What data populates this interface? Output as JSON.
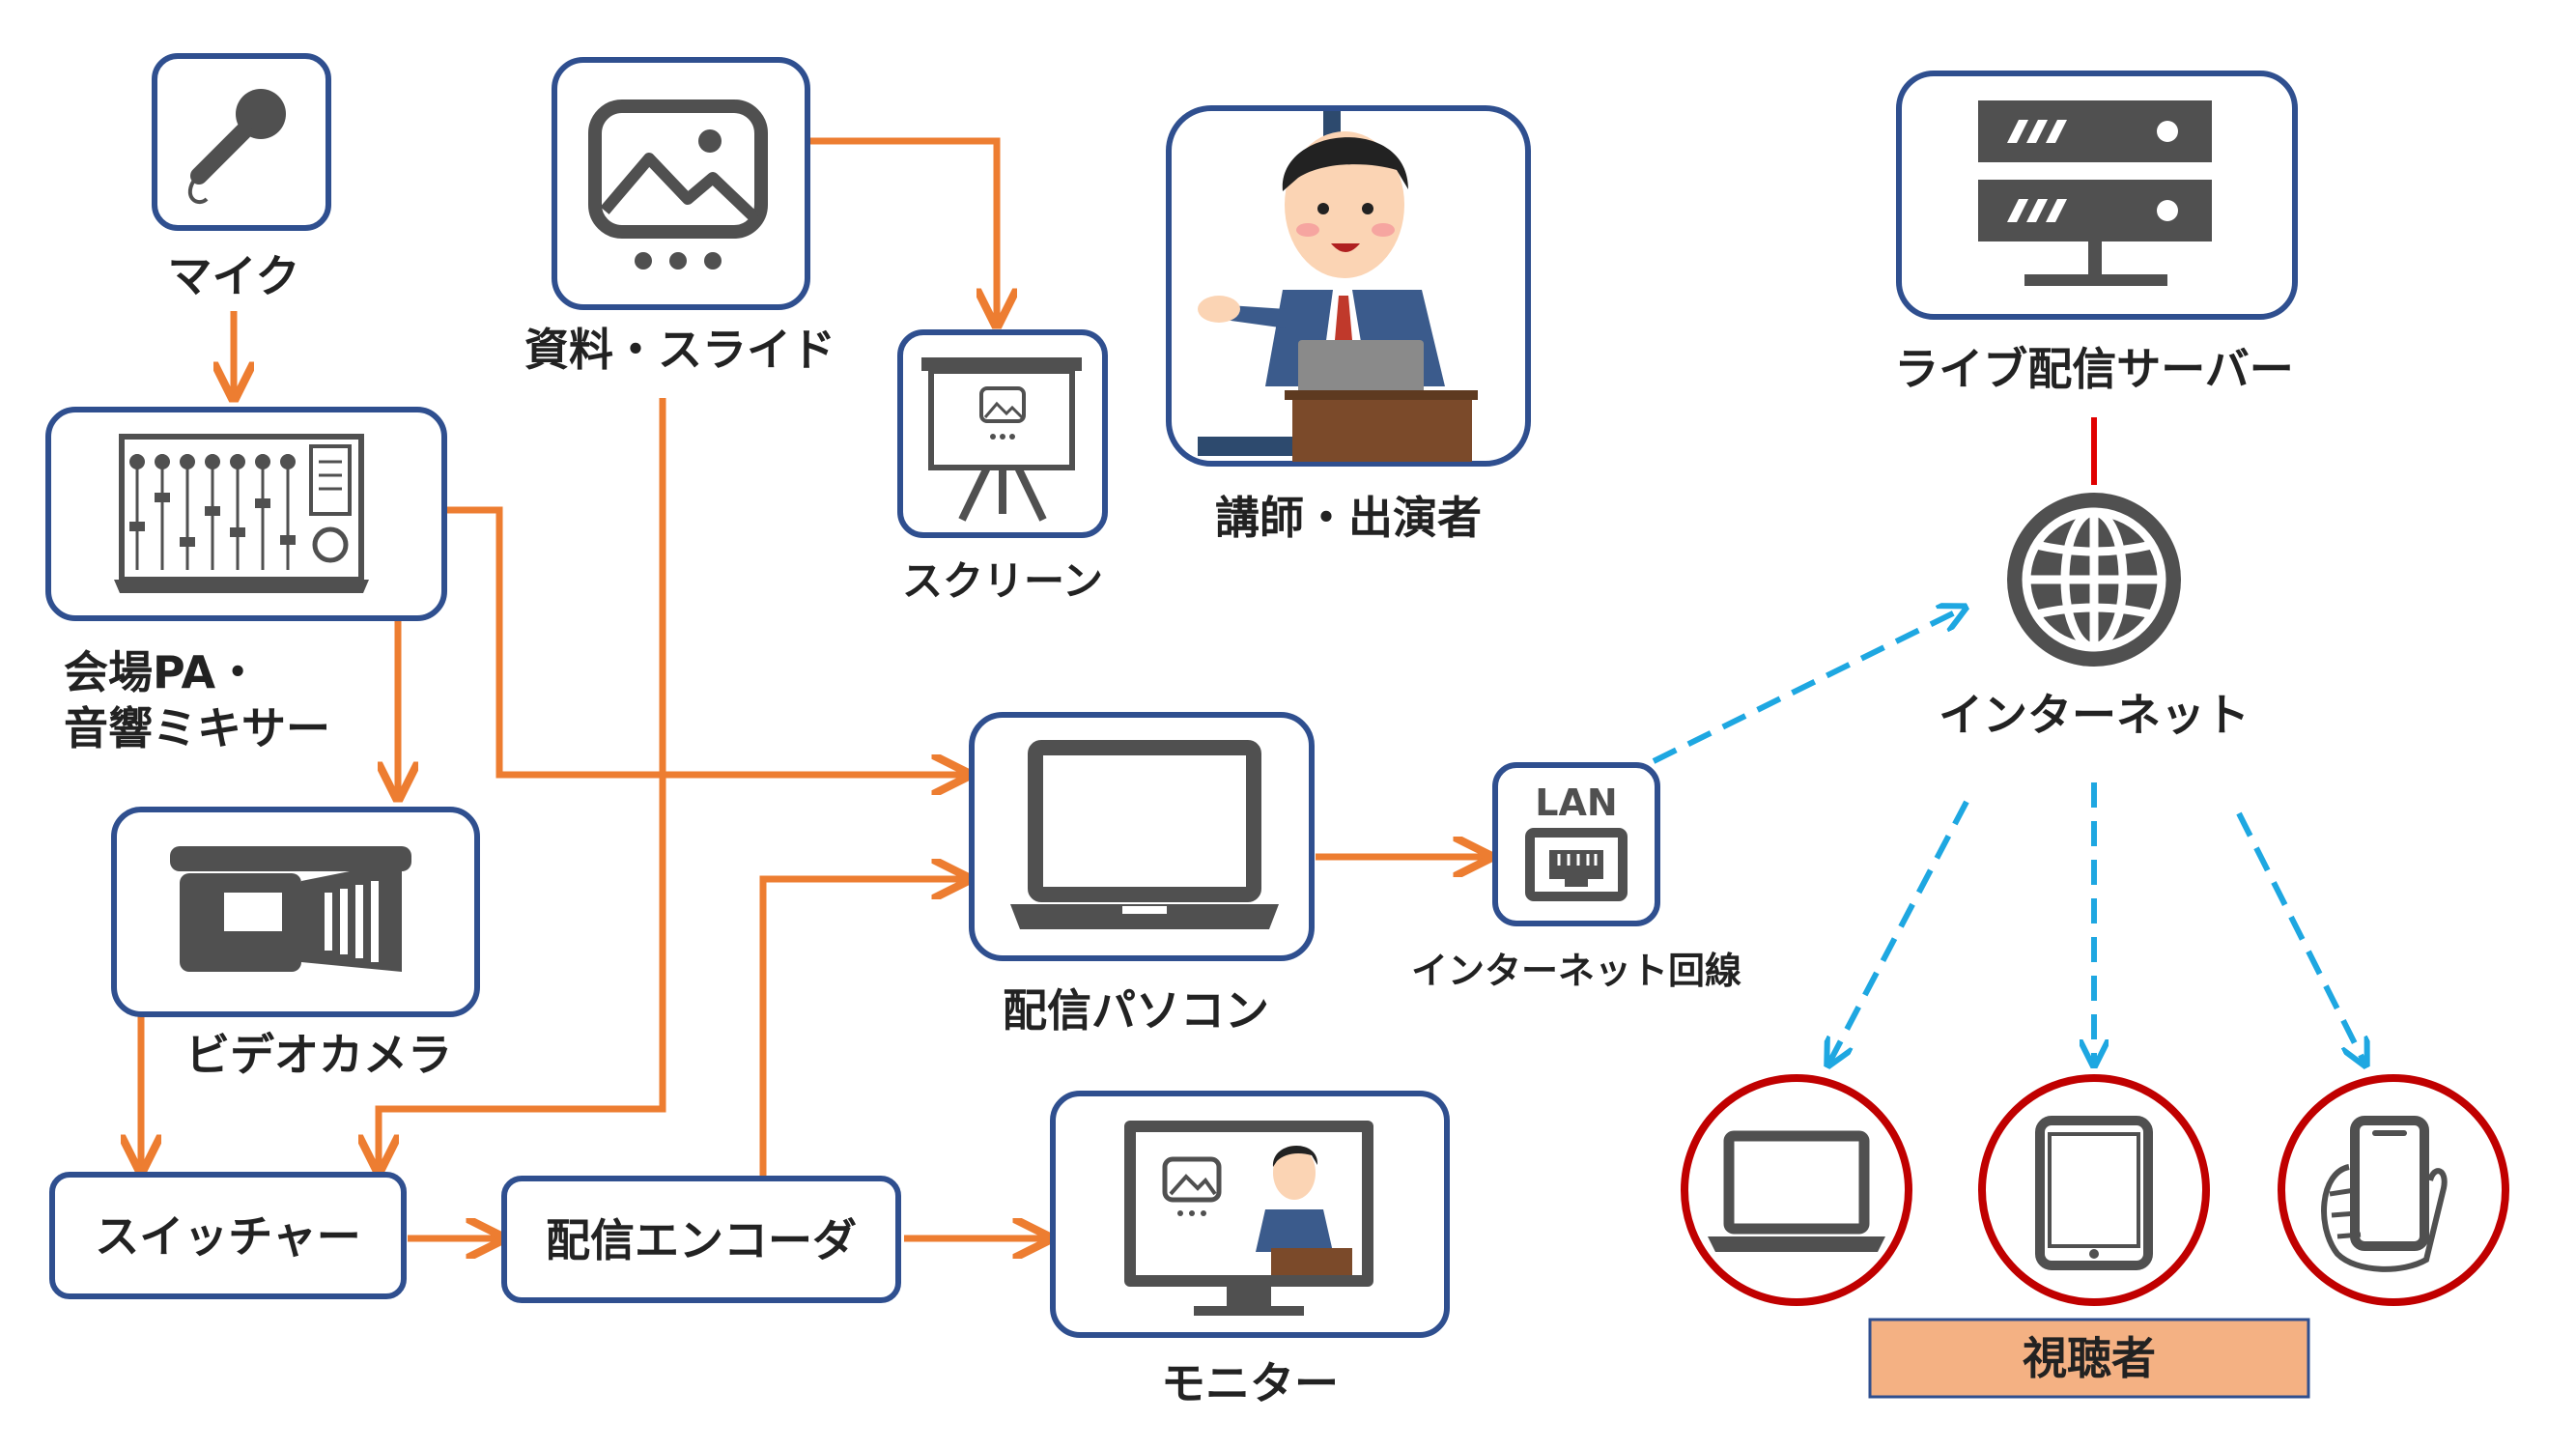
{
  "nodes": {
    "microphone": "マイク",
    "materials": "資料・スライド",
    "screen": "スクリーン",
    "speaker": "講師・出演者",
    "mixer_line1": "会場PA・",
    "mixer_line2": "音響ミキサー",
    "video_camera": "ビデオカメラ",
    "switcher": "スイッチャー",
    "encoder": "配信エンコーダ",
    "monitor": "モニター",
    "streaming_pc": "配信パソコン",
    "internet_line": "インターネット回線",
    "lan_label": "LAN",
    "live_server": "ライブ配信サーバー",
    "internet": "インターネット",
    "viewers": "視聴者"
  },
  "colors": {
    "box_border": "#2f4f8f",
    "flow_arrow": "#ed7d31",
    "network_arrow": "#1ea7e1",
    "server_link": "#e00000",
    "viewer_circle": "#c00000",
    "viewers_bar_fill": "#f4b183",
    "icon_gray": "#505050"
  },
  "icons": [
    "microphone-icon",
    "image-icon",
    "mixer-icon",
    "projection-screen-icon",
    "speaker-illustration",
    "server-icon",
    "globe-icon",
    "laptop-icon",
    "lan-port-icon",
    "video-camera-icon",
    "monitor-icon",
    "tablet-icon",
    "smartphone-icon"
  ]
}
